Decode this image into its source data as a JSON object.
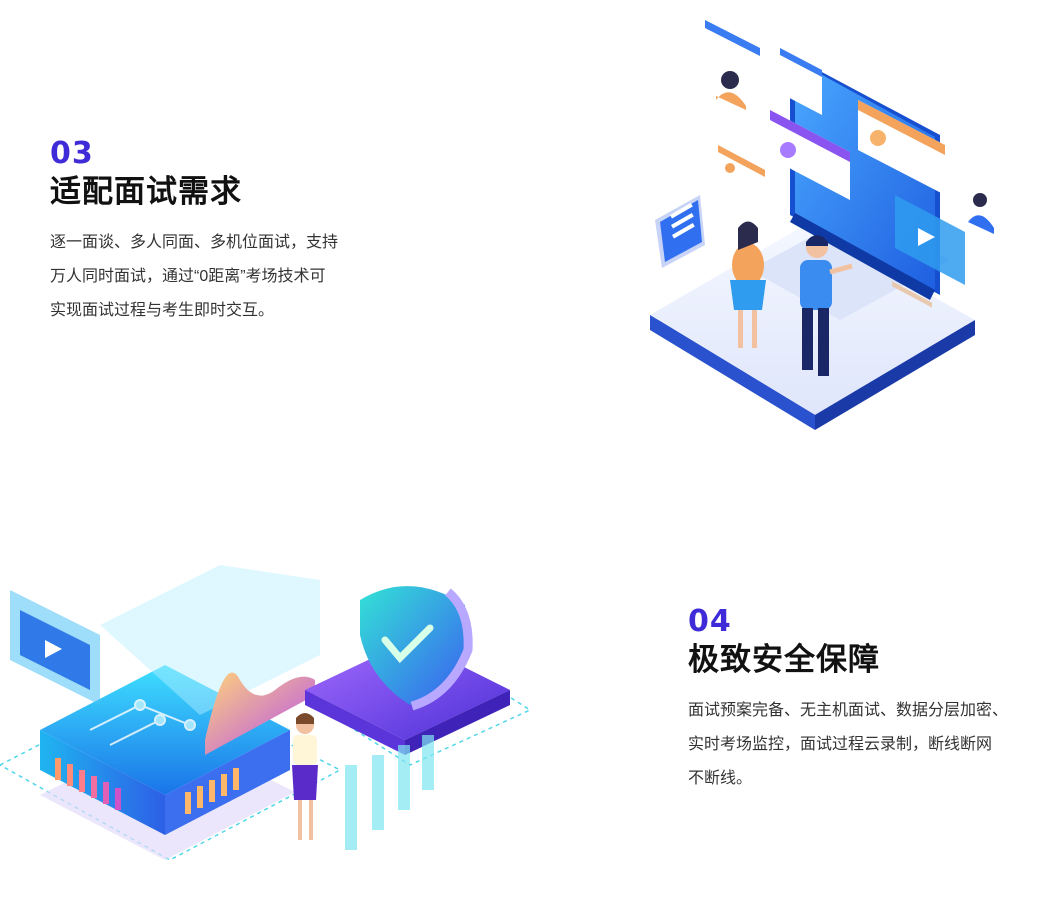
{
  "features": [
    {
      "number": "03",
      "title": "适配面试需求",
      "desc_lines": [
        "逐一面谈、多人同面、多机位面试，支持",
        "万人同时面试，通过“0距离”考场技术可",
        "实现面试过程与考生即时交互。"
      ]
    },
    {
      "number": "04",
      "title": "极致安全保障",
      "desc_lines": [
        "面试预案完备、无主机面试、数据分层加密、",
        "实时考场监控，面试过程云录制，断线断网",
        "不断线。"
      ]
    }
  ],
  "colors": {
    "accent": "#3f2bd8",
    "title": "#111111",
    "body": "#333333"
  },
  "illustrations": {
    "feature_03": "online-interview-illustration",
    "feature_04": "security-server-illustration"
  }
}
